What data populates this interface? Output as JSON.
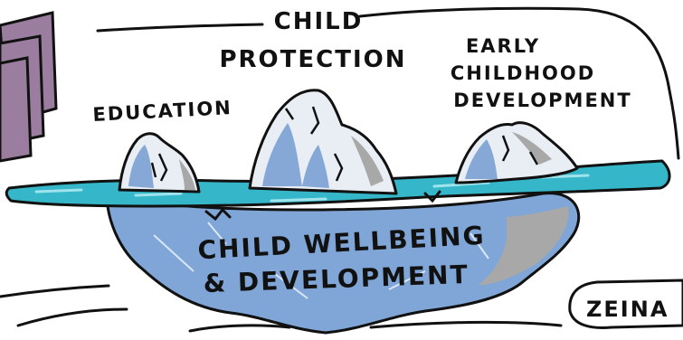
{
  "colors": {
    "ink": "#111111",
    "water": "#35b7c9",
    "water_light": "#9fe3ec",
    "ice_top": "#e9eef5",
    "ice_shade": "#86a8d6",
    "ice_under": "#7fa6d6",
    "rock": "#a8a8a8",
    "books": "#9a7d9f"
  },
  "labels": {
    "child_protection_line1": "CHILD",
    "child_protection_line2": "PROTECTION",
    "education": "EDUCATION",
    "ecd_line1": "EARLY",
    "ecd_line2": "CHILDHOOD",
    "ecd_line3": "DEVELOPMENT",
    "wellbeing_line1": "CHILD WELLBEING",
    "wellbeing_line2": "& DEVELOPMENT",
    "name_tag": "ZEINA"
  }
}
